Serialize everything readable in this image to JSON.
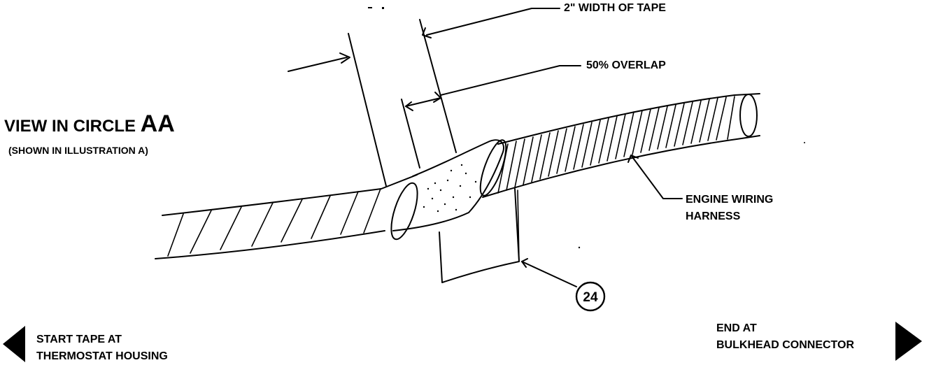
{
  "view_title_prefix": "VIEW IN CIRCLE ",
  "view_title_suffix": "AA",
  "view_subtitle": "(SHOWN IN ILLUSTRATION A)",
  "labels": {
    "tape_width": "2\" WIDTH OF TAPE",
    "overlap": "50% OVERLAP",
    "harness_line1": "ENGINE WIRING",
    "harness_line2": "HARNESS",
    "callout_number": "24",
    "start_line1": "START TAPE AT",
    "start_line2": "THERMOSTAT HOUSING",
    "end_line1": "END AT",
    "end_line2": "BULKHEAD CONNECTOR"
  },
  "arrows": {
    "start": "left-arrow-icon",
    "end": "right-arrow-icon"
  },
  "colors": {
    "ink": "#000000",
    "paper": "#ffffff"
  }
}
